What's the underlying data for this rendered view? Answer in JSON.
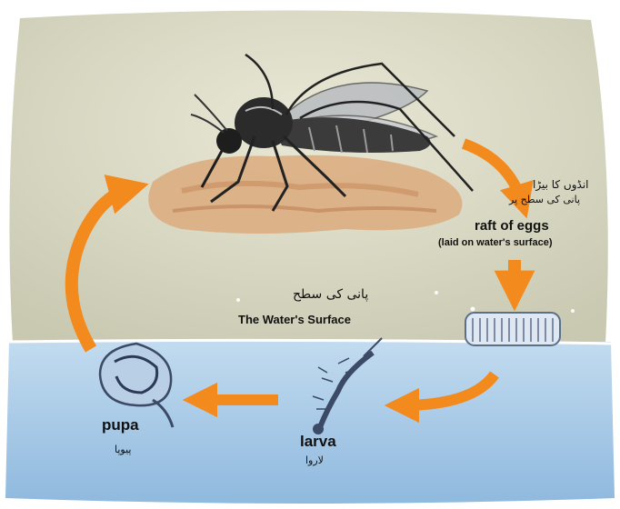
{
  "labels": {
    "raft_of_eggs": "raft of eggs",
    "raft_note": "(laid on water's surface)",
    "water_surface": "The Water's Surface",
    "larva": "larva",
    "pupa": "pupa"
  },
  "urdu_labels": {
    "raft_of_eggs": "انڈوں کا بیڑا",
    "raft_note": "پانی کی سطح پر",
    "water_surface": "پانی کی سطح",
    "larva": "لاروا",
    "pupa": "پیوپا"
  },
  "colors": {
    "sky": "#d8d9c4",
    "water": "#a9cbe8",
    "arrow": "#f28a1e",
    "skin": "#d9a77a"
  }
}
